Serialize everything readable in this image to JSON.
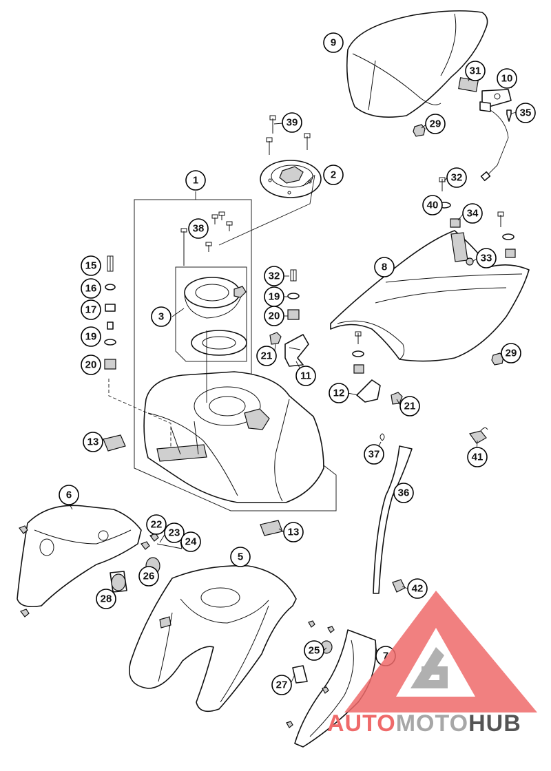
{
  "diagram": {
    "callouts": [
      {
        "id": "c1",
        "label": "1"
      },
      {
        "id": "c2",
        "label": "2"
      },
      {
        "id": "c3",
        "label": "3"
      },
      {
        "id": "c5",
        "label": "5"
      },
      {
        "id": "c6",
        "label": "6"
      },
      {
        "id": "c7",
        "label": "7"
      },
      {
        "id": "c8",
        "label": "8"
      },
      {
        "id": "c9",
        "label": "9"
      },
      {
        "id": "c10",
        "label": "10"
      },
      {
        "id": "c11",
        "label": "11"
      },
      {
        "id": "c12",
        "label": "12"
      },
      {
        "id": "c13a",
        "label": "13"
      },
      {
        "id": "c13b",
        "label": "13"
      },
      {
        "id": "c15",
        "label": "15"
      },
      {
        "id": "c16",
        "label": "16"
      },
      {
        "id": "c17",
        "label": "17"
      },
      {
        "id": "c19a",
        "label": "19"
      },
      {
        "id": "c19b",
        "label": "19"
      },
      {
        "id": "c20a",
        "label": "20"
      },
      {
        "id": "c20b",
        "label": "20"
      },
      {
        "id": "c21a",
        "label": "21"
      },
      {
        "id": "c21b",
        "label": "21"
      },
      {
        "id": "c22",
        "label": "22"
      },
      {
        "id": "c23",
        "label": "23"
      },
      {
        "id": "c24",
        "label": "24"
      },
      {
        "id": "c25",
        "label": "25"
      },
      {
        "id": "c26",
        "label": "26"
      },
      {
        "id": "c27",
        "label": "27"
      },
      {
        "id": "c28",
        "label": "28"
      },
      {
        "id": "c29a",
        "label": "29"
      },
      {
        "id": "c29b",
        "label": "29"
      },
      {
        "id": "c31",
        "label": "31"
      },
      {
        "id": "c32a",
        "label": "32"
      },
      {
        "id": "c32b",
        "label": "32"
      },
      {
        "id": "c33",
        "label": "33"
      },
      {
        "id": "c34",
        "label": "34"
      },
      {
        "id": "c35",
        "label": "35"
      },
      {
        "id": "c36",
        "label": "36"
      },
      {
        "id": "c37",
        "label": "37"
      },
      {
        "id": "c38",
        "label": "38"
      },
      {
        "id": "c39",
        "label": "39"
      },
      {
        "id": "c40",
        "label": "40"
      },
      {
        "id": "c41",
        "label": "41"
      },
      {
        "id": "c42",
        "label": "42"
      }
    ]
  },
  "watermark": {
    "part1": "AUTO",
    "part2": "MOTO",
    "part3": "HUB",
    "color_red": "#ef6a6a",
    "color_grey": "#a7a7a7",
    "color_dark": "#555555"
  }
}
